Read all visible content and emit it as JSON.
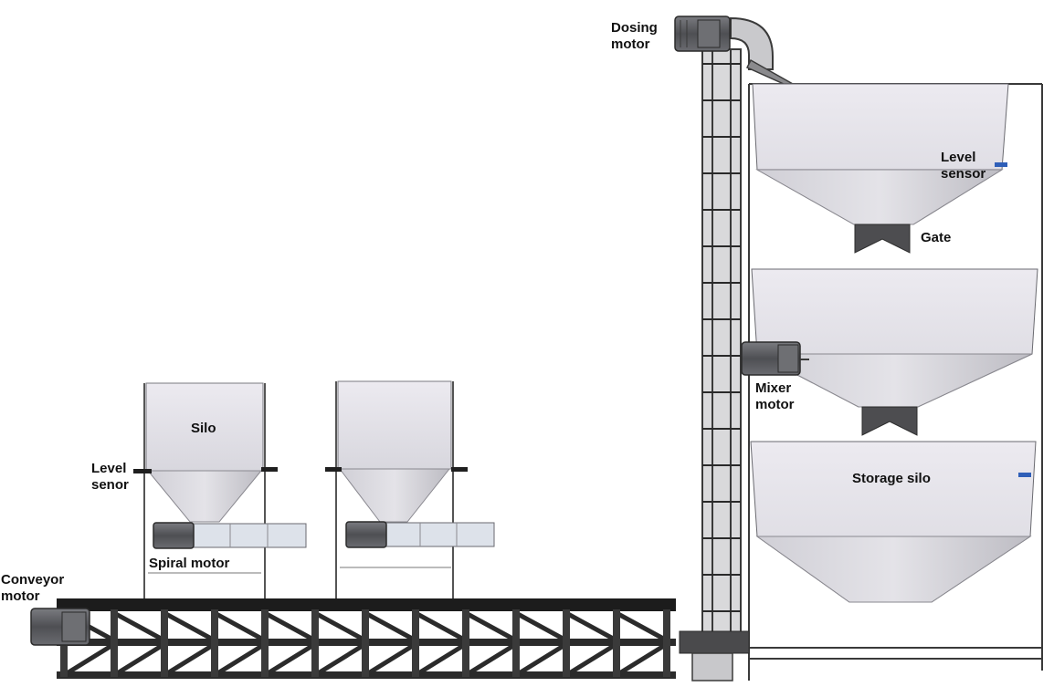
{
  "labels": {
    "dosing_motor": [
      "Dosing",
      "motor"
    ],
    "level_sensor_top": [
      "Level",
      "sensor"
    ],
    "gate": "Gate",
    "mixer_motor": [
      "Mixer",
      "motor"
    ],
    "storage_silo": "Storage silo",
    "silo": "Silo",
    "level_senor_left": [
      "Level",
      "senor"
    ],
    "spiral_motor": "Spiral motor",
    "conveyor_motor": [
      "Conveyor",
      "motor"
    ]
  },
  "colors": {
    "silo_fill": "#e5e4ea",
    "silo_shade": "#c9c8cf",
    "frame": "#444444",
    "truss": "#2b2b2b",
    "motor": "#5c5d61",
    "sensor_blue": "#2f5fb8",
    "gate": "#4d4d50"
  }
}
